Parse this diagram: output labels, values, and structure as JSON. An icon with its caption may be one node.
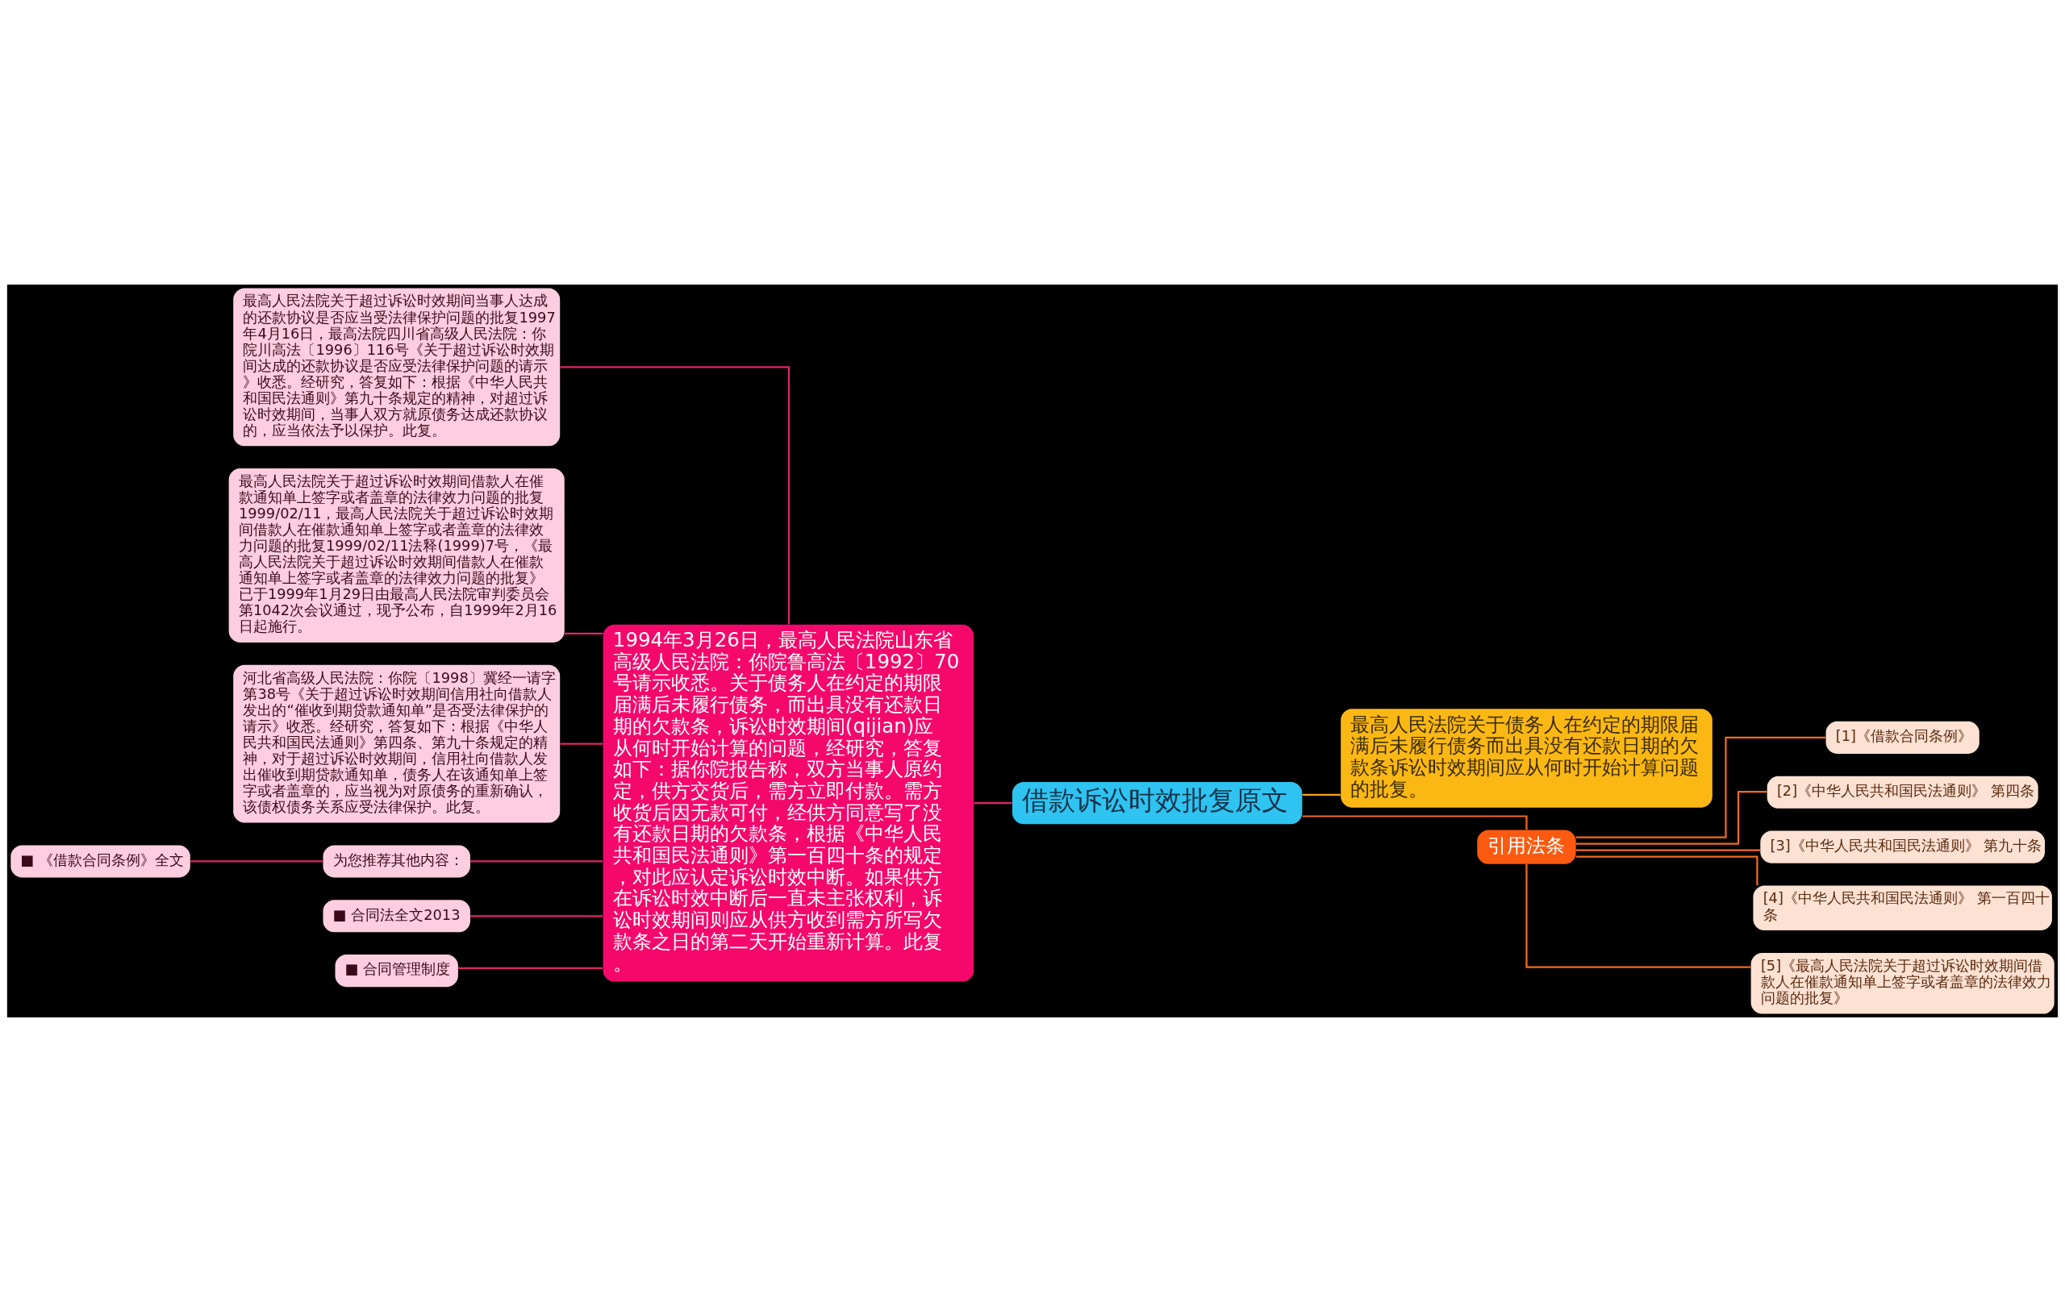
{
  "diagram": {
    "nodes": [
      {
        "text": [
          "借款诉讼时效批复原文"
        ]
      },
      {
        "text": [
          "1994年3月26日，最高人民法院山东省高级人民法院：你院鲁高法〔1992〕70号请示收悉。关于债务人在约定的期限届满后未履行债务，而出具没有还款日期的欠款条，诉讼时效期间(qijian)应从何时开始计算的问题，经研究，答复如下：据你院报告称，双方当事人原约定，供方交货后，需方立即付款。需方收货后因无款可付，经供方同意写了没有还款日期的欠款条，根据《中华人民共和国民法通则》第一百四十条的规定，对此应认定诉讼时效中断。如果供方在诉讼时效中断后一直未主张权利，诉讼时效期间则应从供方收到需方所写欠款条之日的第二天开始重新计算。此复。"
        ]
      },
      {
        "text": [
          "最高人民法院关于超过诉讼时效期间当事人达成的还款协议是否应当受法律保护问题的批复1997年4月16日，最高法院四川省高级人民法院：你院川高法〔1996〕116号《关于超过诉讼时效期间达成的还款协议是否应受法律保护问题的请示》收悉。经研究，答复如下：根据《中华人民共和国民法通则》第九十条规定的精神，对超过诉讼时效期间，当事人双方就原债务达成还款协议的，应当依法予以保护。此复。"
        ]
      },
      {
        "text": [
          "最高人民法院关于超过诉讼时效期间借款人在催款通知单上签字或者盖章的法律效力问题的批复1999/02/11，最高人民法院关于超过诉讼时效期间借款人在催款通知单上签字或者盖章的法律效力问题的批复1999/02/11法释(1999)7号，《最高人民法院关于超过诉讼时效期间借款人在催款通知单上签字或者盖章的法律效力问题的批复》已于1999年1月29日由最高人民法院审判委员会第1042次会议通过，现予公布，自1999年2月16日起施行。"
        ]
      },
      {
        "text": [
          "河北省高级人民法院：你院〔1998〕冀经一请字第38号《关于超过诉讼时效期间信用社向借款人发出的“催收到期贷款通知单”是否受法律保护的请示》收悉。经研究，答复如下：根据《中华人民共和国民法通则》第四条、第九十条规定的精神，对于超过诉讼时效期间，信用社向借款人发出催收到期贷款通知单，债务人在该通知单上签字或者盖章的，应当视为对原债务的重新确认，该债权债务关系应受法律保护。此复。"
        ]
      },
      {
        "text": [
          "为您推荐其他内容："
        ]
      },
      {
        "text": [
          "■ 《借款合同条例》全文"
        ]
      },
      {
        "text": [
          "■ 合同法全文2013"
        ]
      },
      {
        "text": [
          "■ 合同管理制度"
        ]
      },
      {
        "text": [
          "最高人民法院关于债务人在约定的期限届满后未履行债务而出具没有还款日期的欠款条诉讼时效期间应从何时开始计算问题的批复。"
        ]
      },
      {
        "text": [
          "引用法条"
        ]
      },
      {
        "text": [
          "[1]《借款合同条例》"
        ]
      },
      {
        "text": [
          "[2]《中华人民共和国民法通则》 第四条"
        ]
      },
      {
        "text": [
          "[3]《中华人民共和国民法通则》 第九十条"
        ]
      },
      {
        "text": [
          "[4]《中华人民共和国民法通则》 第一百四十条"
        ]
      },
      {
        "text": [
          "[5]《最高人民法院关于超过诉讼时效期间借款人在催款通知单上签字或者盖章的法律效力问题的批复》"
        ]
      }
    ],
    "edges": [
      {
        "from": 0,
        "to": 1,
        "arrow": "none"
      },
      {
        "from": 1,
        "to": 2,
        "arrow": "none"
      },
      {
        "from": 1,
        "to": 3,
        "arrow": "none"
      },
      {
        "from": 1,
        "to": 4,
        "arrow": "none"
      },
      {
        "from": 1,
        "to": 5,
        "arrow": "none"
      },
      {
        "from": 5,
        "to": 6,
        "arrow": "none"
      },
      {
        "from": 1,
        "to": 7,
        "arrow": "none"
      },
      {
        "from": 1,
        "to": 8,
        "arrow": "none"
      },
      {
        "from": 0,
        "to": 9,
        "arrow": "none",
        "color": "#f7a21b"
      },
      {
        "from": 0,
        "to": 10,
        "arrow": "none",
        "color": "#f26b21"
      },
      {
        "from": 10,
        "to": 11,
        "arrow": "none",
        "color": "#f26b21"
      },
      {
        "from": 10,
        "to": 12,
        "arrow": "none",
        "color": "#f26b21"
      },
      {
        "from": 10,
        "to": 13,
        "arrow": "none",
        "color": "#f26b21"
      },
      {
        "from": 10,
        "to": 14,
        "arrow": "none",
        "color": "#f26b21"
      },
      {
        "from": 10,
        "to": 15,
        "arrow": "none",
        "color": "#f26b21"
      }
    ]
  }
}
